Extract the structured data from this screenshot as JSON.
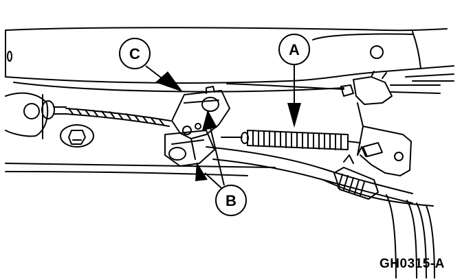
{
  "figure": {
    "id_label": "GH0315-A"
  },
  "callouts": {
    "a": "A",
    "b": "B",
    "c": "C"
  },
  "colors": {
    "ink": "#000000",
    "paper": "#ffffff"
  }
}
